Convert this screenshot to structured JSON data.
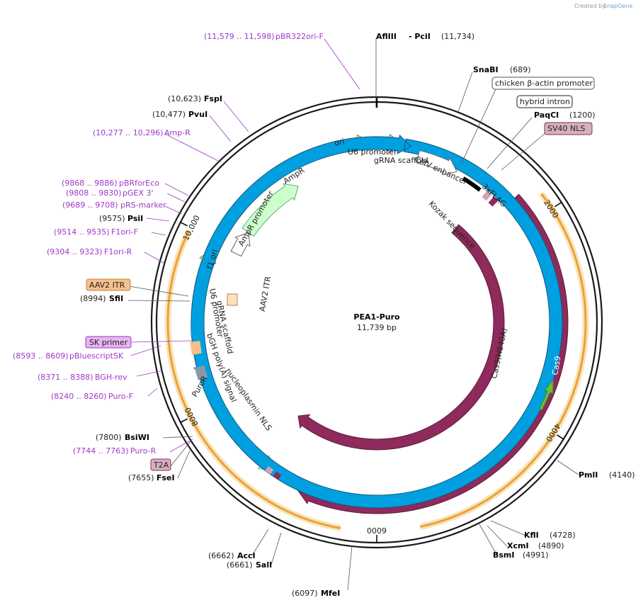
{
  "credit": {
    "prefix": "Created by",
    "brand": "SnapGene"
  },
  "plasmid": {
    "name": "PEA1-Puro",
    "size": "11,739 bp"
  },
  "colors": {
    "backbone": "#1a1a1a",
    "cas9": "#8f2a5c",
    "orange_guide": "#e8a33a",
    "primer": "#a037c8",
    "ori": "#ffff00",
    "ampr": "#ccffcc",
    "blue_feature": "#00a0e0"
  },
  "scale_ticks": [
    "2000",
    "4000",
    "6000",
    "8000",
    "10,000"
  ],
  "restriction_sites": [
    {
      "name": "AflIII",
      "name2": "- PciI",
      "pos": "(11,734)"
    },
    {
      "name": "SnaBI",
      "pos": "(689)"
    },
    {
      "name": "PaqCI",
      "pos": "(1200)"
    },
    {
      "name": "PmlI",
      "pos": "(4140)"
    },
    {
      "name": "KflI",
      "pos": "(4728)"
    },
    {
      "name": "XcmI",
      "pos": "(4890)"
    },
    {
      "name": "BsmI",
      "pos": "(4991)"
    },
    {
      "name": "MfeI",
      "pos": "(6097)"
    },
    {
      "name": "AccI",
      "pos": "(6662)"
    },
    {
      "name": "SalI",
      "pos": "(6661)"
    },
    {
      "name": "FseI",
      "pos": "(7655)"
    },
    {
      "name": "BsiWI",
      "pos": "(7800)"
    },
    {
      "name": "SfiI",
      "pos": "(8994)"
    },
    {
      "name": "PsiI",
      "pos": "(9575)"
    },
    {
      "name": "PvuI",
      "pos": "(10,477)"
    },
    {
      "name": "FspI",
      "pos": "(10,623)"
    }
  ],
  "primers": [
    {
      "range": "(11,579 .. 11,598)",
      "name": "pBR322ori-F"
    },
    {
      "range": "(10,277 .. 10,296)",
      "name": "Amp-R"
    },
    {
      "range": "(9868 .. 9886)",
      "name": "pBRforEco"
    },
    {
      "range": "(9808 .. 9830)",
      "name": "pGEX 3'"
    },
    {
      "range": "(9689 .. 9708)",
      "name": "pRS-marker"
    },
    {
      "range": "(9514 .. 9535)",
      "name": "F1ori-F"
    },
    {
      "range": "(9304 .. 9323)",
      "name": "F1ori-R"
    },
    {
      "range": "(8593 .. 8609)",
      "name": "pBluescriptSK"
    },
    {
      "range": "(8371 .. 8388)",
      "name": "BGH-rev"
    },
    {
      "range": "(8240 .. 8260)",
      "name": "Puro-F"
    },
    {
      "range": "(7744 .. 7763)",
      "name": "Puro-R"
    }
  ],
  "boxed_labels": {
    "chicken": "chicken β-actin promoter",
    "hybrid": "hybrid intron",
    "sv40": "SV40 NLS",
    "aav2_itr": "AAV2 ITR",
    "sk_primer": "SK primer",
    "t2a": "T2A"
  },
  "features": {
    "ori": "ori",
    "ampr": "AmpR",
    "ampr_promoter": "AmpR promoter",
    "f1ori": "f1 ori",
    "u6_promoter_top": "U6 promoter",
    "grna_scaffold_top": "gRNA scaffold",
    "cmv_enhancer": "CMV enhancer",
    "three_x_flag": "3xFLAG",
    "kozak": "Kozak sequence",
    "cas9_h840a": "Cas9(H840A)",
    "cas9": "Cas9",
    "aav2_itr_inner": "AAV2 ITR",
    "u6_promoter_left": "U6 promoter",
    "grna_scaffold_left": "gRNA scaffold",
    "bgh": "bGH poly(A) signal",
    "puror": "PuroR",
    "nucleoplasmin": "nucleoplasmin NLS"
  }
}
